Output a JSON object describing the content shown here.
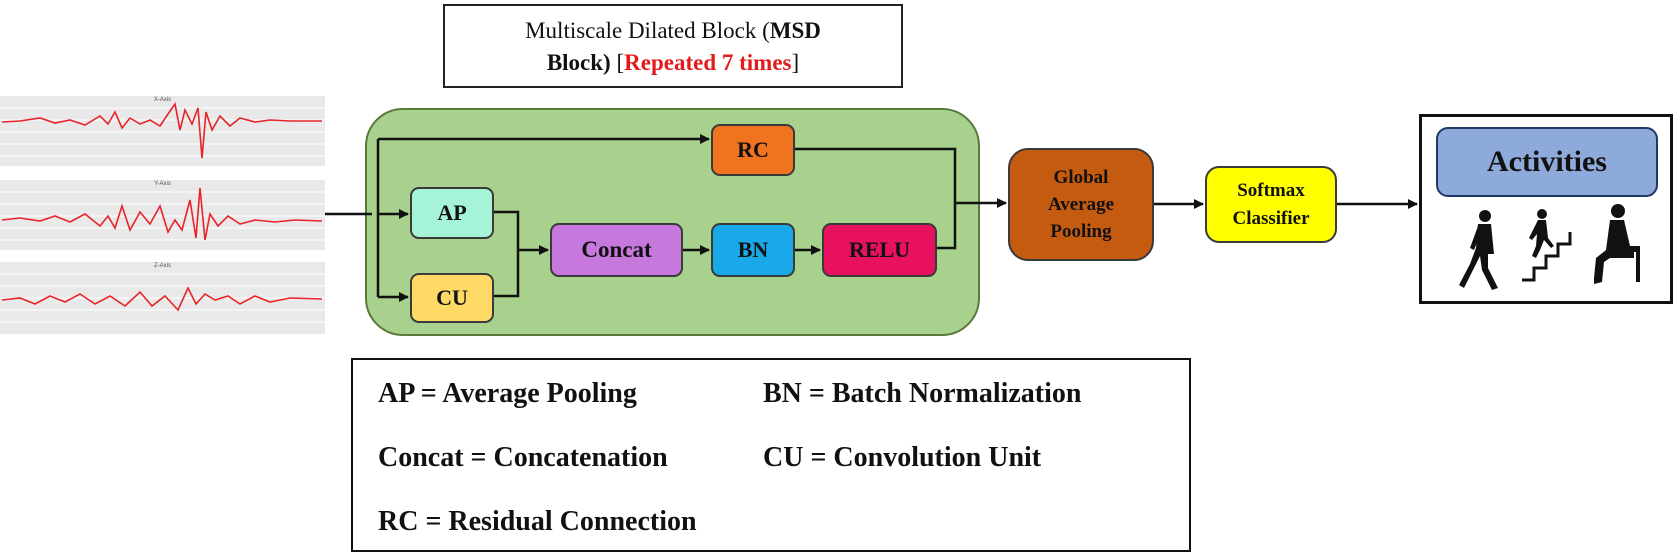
{
  "title": {
    "part1": "Multiscale Dilated Block (",
    "part2": "MSD",
    "part3": "Block)",
    "part4": " [",
    "part5": "Repeated 7 times",
    "part6": "]"
  },
  "signals": [
    {
      "title": "X-Axis"
    },
    {
      "title": "Y-Axis"
    },
    {
      "title": "Z-Axis"
    }
  ],
  "nodes": {
    "rc": "RC",
    "ap": "AP",
    "cu": "CU",
    "concat": "Concat",
    "bn": "BN",
    "relu": "RELU",
    "gap_line1": "Global",
    "gap_line2": "Average",
    "gap_line3": "Pooling",
    "softmax_line1": "Softmax",
    "softmax_line2": "Classifier"
  },
  "activities": {
    "label": "Activities",
    "icons": [
      "walking-person-icon",
      "stairs-climbing-icon",
      "sitting-person-icon"
    ]
  },
  "legend": {
    "ap": "AP = Average Pooling",
    "bn": "BN = Batch Normalization",
    "concat": "Concat = Concatenation",
    "cu": "CU = Convolution Unit",
    "rc": "RC = Residual Connection"
  },
  "colors": {
    "container": "#a9d18e",
    "rc": "#f07320",
    "ap": "#a6f4d8",
    "cu": "#ffd966",
    "concat": "#c678dd",
    "bn": "#1aa9e8",
    "relu": "#e8115f",
    "gap": "#c55a11",
    "softmax": "#ffff00",
    "activities": "#8eaadb",
    "signal": "#e8232a",
    "highlight_text": "#e31b1b"
  }
}
